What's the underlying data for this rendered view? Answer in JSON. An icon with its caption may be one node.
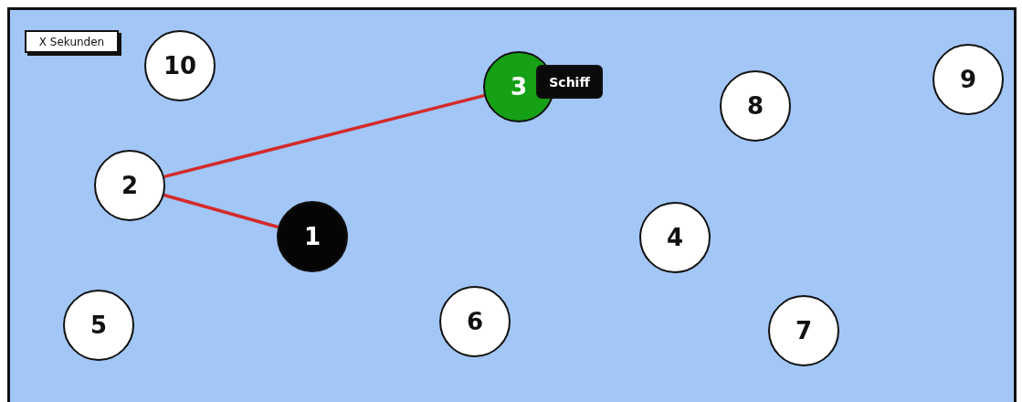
{
  "diagram": {
    "nodes": [
      {
        "text": [
          "X Sekunden"
        ]
      },
      {
        "text": [
          "10"
        ]
      },
      {
        "text": [
          "3"
        ]
      },
      {
        "text": [
          "Schiff"
        ]
      },
      {
        "text": [
          "9"
        ]
      },
      {
        "text": [
          "8"
        ]
      },
      {
        "text": [
          "2"
        ]
      },
      {
        "text": [
          "1"
        ]
      },
      {
        "text": [
          "4"
        ]
      },
      {
        "text": [
          "5"
        ]
      },
      {
        "text": [
          "6"
        ]
      },
      {
        "text": [
          "7"
        ]
      }
    ],
    "edges": [
      {
        "from": 6,
        "to": 2,
        "arrow": "none"
      },
      {
        "from": 6,
        "to": 7,
        "arrow": "none"
      }
    ]
  }
}
